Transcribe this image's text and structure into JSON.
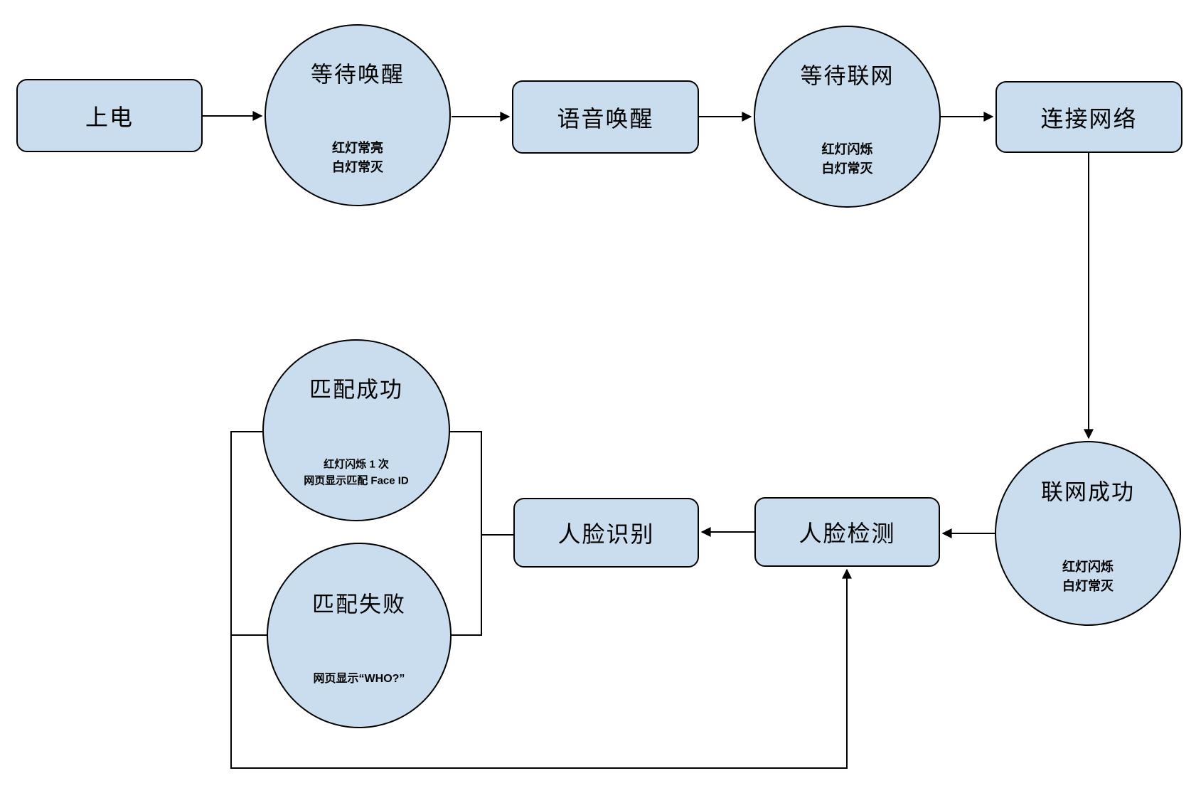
{
  "diagram": {
    "colors": {
      "node_fill": "#c9ddee",
      "node_stroke": "#000000",
      "connector": "#000000",
      "background": "#ffffff"
    },
    "nodes": {
      "power_on": {
        "label": "上电"
      },
      "wait_wake": {
        "label": "等待唤醒",
        "sub": [
          "红灯常亮",
          "白灯常灭"
        ]
      },
      "voice_wake": {
        "label": "语音唤醒"
      },
      "wait_network": {
        "label": "等待联网",
        "sub": [
          "红灯闪烁",
          "白灯常灭"
        ]
      },
      "connect_network": {
        "label": "连接网络"
      },
      "network_success": {
        "label": "联网成功",
        "sub": [
          "红灯闪烁",
          "白灯常灭"
        ]
      },
      "face_detect": {
        "label": "人脸检测"
      },
      "face_recognize": {
        "label": "人脸识别"
      },
      "match_success": {
        "label": "匹配成功",
        "sub": [
          "红灯闪烁 1 次",
          "网页显示匹配 Face ID"
        ]
      },
      "match_fail": {
        "label": "匹配失败",
        "sub": [
          "网页显示“WHO?”"
        ]
      }
    }
  }
}
